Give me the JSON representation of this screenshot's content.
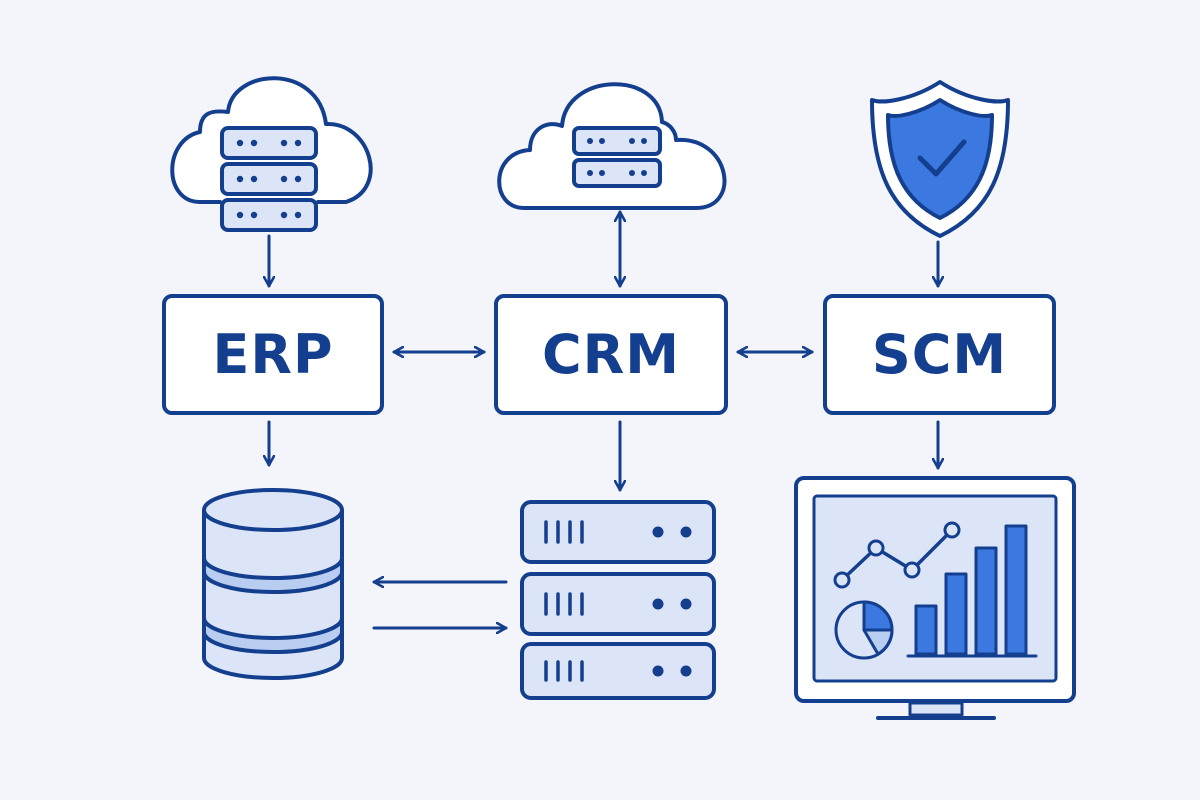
{
  "nodes": {
    "erp": {
      "label": "ERP"
    },
    "crm": {
      "label": "CRM"
    },
    "scm": {
      "label": "SCM"
    }
  },
  "icons": {
    "erp_top": "cloud-server-icon",
    "crm_top": "cloud-server-icon",
    "scm_top": "security-shield-icon",
    "erp_bottom": "database-icon",
    "crm_bottom": "server-rack-icon",
    "scm_bottom": "analytics-monitor-icon"
  },
  "colors": {
    "stroke": "#143f8f",
    "fill_light": "#dbe5f7",
    "fill_mid": "#b9cdf0",
    "accent": "#3b78e0",
    "background": "#f3f5fa"
  }
}
